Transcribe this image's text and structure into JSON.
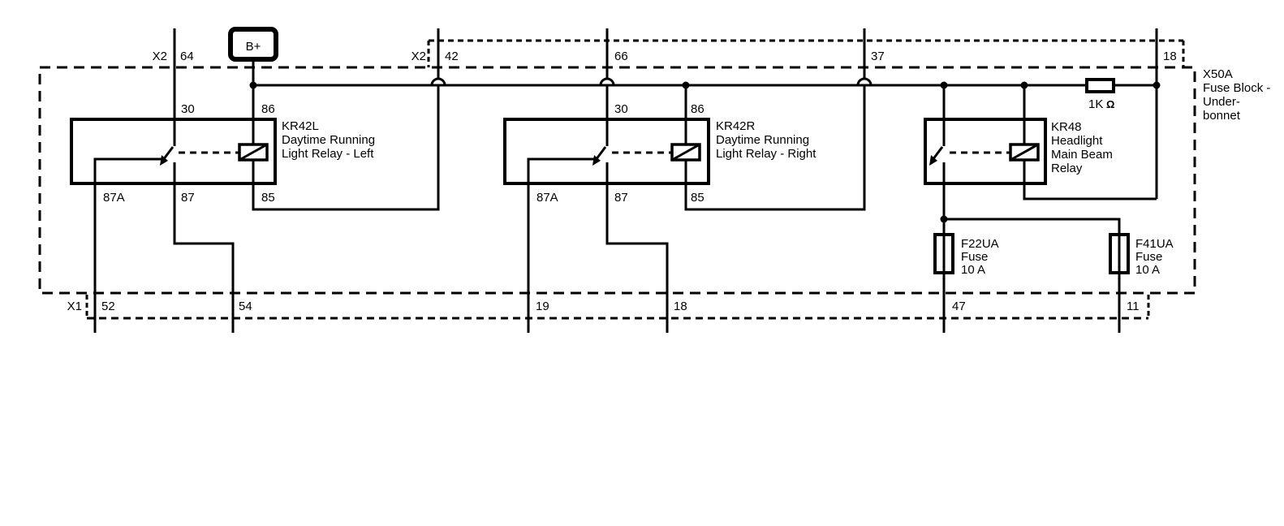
{
  "power_supply": {
    "label": "B+"
  },
  "fuse_block": {
    "id": "X50A",
    "name_line1": "Fuse Block -",
    "name_line2": "Under-",
    "name_line3": "bonnet"
  },
  "resistor": {
    "value": "1K",
    "unit": "Ω"
  },
  "connector_x2_left": {
    "name": "X2",
    "pin64": "64"
  },
  "connector_x2_top": {
    "name": "X2",
    "pin42": "42",
    "pin66": "66",
    "pin37": "37",
    "pin18": "18"
  },
  "connector_x1": {
    "name": "X1",
    "pin52": "52",
    "pin54": "54",
    "pin19": "19",
    "pin18": "18",
    "pin47": "47",
    "pin11": "11"
  },
  "relay_kr42l": {
    "id": "KR42L",
    "desc_line1": "Daytime Running",
    "desc_line2": "Light Relay - Left",
    "pin30": "30",
    "pin86": "86",
    "pin87a": "87A",
    "pin87": "87",
    "pin85": "85"
  },
  "relay_kr42r": {
    "id": "KR42R",
    "desc_line1": "Daytime Running",
    "desc_line2": "Light Relay - Right",
    "pin30": "30",
    "pin86": "86",
    "pin87a": "87A",
    "pin87": "87",
    "pin85": "85"
  },
  "relay_kr48": {
    "id": "KR48",
    "desc_line1": "Headlight",
    "desc_line2": "Main Beam",
    "desc_line3": "Relay"
  },
  "fuse_f22ua": {
    "id": "F22UA",
    "type": "Fuse",
    "rating": "10 A"
  },
  "fuse_f41ua": {
    "id": "F41UA",
    "type": "Fuse",
    "rating": "10 A"
  },
  "colors": {
    "line": "#000000",
    "background": "#ffffff"
  }
}
